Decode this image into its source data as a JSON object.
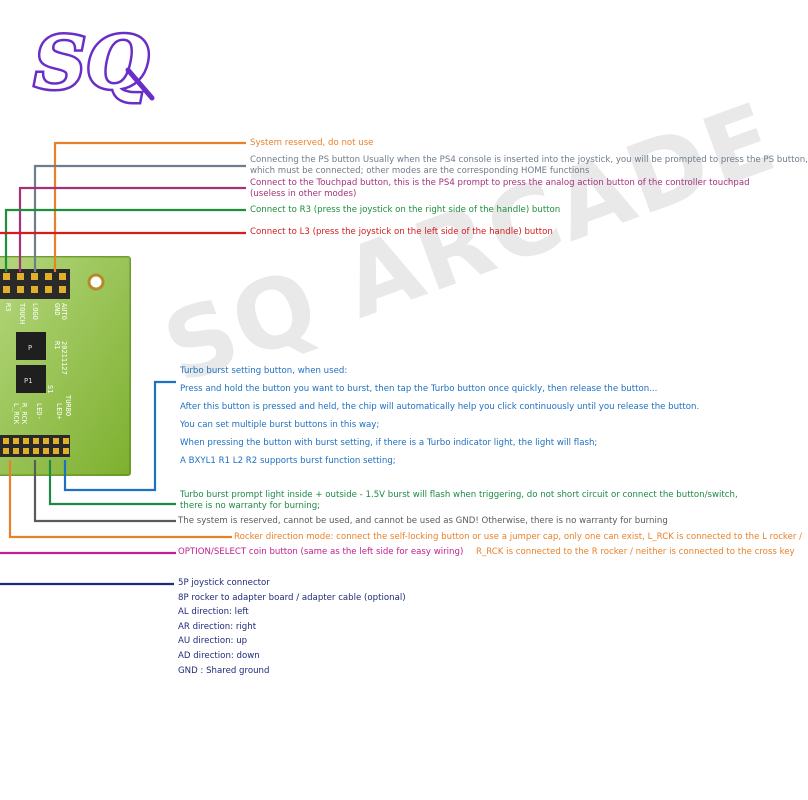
{
  "logo": {
    "text": "SQ",
    "color": "#6a2ec8"
  },
  "watermark": "SQ ARCADE",
  "board": {
    "color": "#8ec23a",
    "silkscreen": [
      "AUTO",
      "GND",
      "LOGO",
      "TOUCH",
      "R3",
      "20211127",
      "R1",
      "L_RCK",
      "R_RCK",
      "TURBO",
      "LED+",
      "LED-",
      "S1",
      "P",
      "P1"
    ]
  },
  "top_labels": [
    {
      "lines": [
        "System reserved, do not use"
      ],
      "color": "#e8822a"
    },
    {
      "lines": [
        "Connecting the PS button Usually when the PS4 console is inserted into the joystick, you will be prompted to press the PS button,",
        "which must be connected; other modes are the corresponding HOME functions"
      ],
      "color": "#6f7c8b"
    },
    {
      "lines": [
        "Connect to the Touchpad button, this is the PS4 prompt to press the analog action button of the controller touchpad",
        "(useless in other modes)"
      ],
      "color": "#a4327a"
    },
    {
      "lines": [
        "Connect to R3 (press the joystick on the right side of the handle) button"
      ],
      "color": "#1e8f3a"
    },
    {
      "lines": [
        "Connect to L3 (press the joystick on the left side of the handle) button"
      ],
      "color": "#d41c1c"
    }
  ],
  "turbo_block": {
    "title": "Turbo burst setting button, when used:",
    "lines": [
      "Press and hold the button you want to burst, then tap the Turbo button once quickly, then release the button...",
      "After this button is pressed and held, the chip will automatically help you click continuously until you release the button.",
      "You can set multiple burst buttons in this way;",
      "When pressing the button with burst setting, if there is a Turbo indicator light, the light will flash;",
      "A BXYL1 R1 L2 R2 supports burst function setting;"
    ],
    "color": "#1e70c0"
  },
  "lower_labels": [
    {
      "id": "led",
      "lines": [
        "Turbo burst prompt light inside + outside - 1.5V burst will flash when triggering, do not short circuit or connect the button/switch,",
        "there is no warranty for burning;"
      ],
      "color": "#1c8a44"
    },
    {
      "id": "reserved",
      "lines": [
        "The system is reserved, cannot be used, and cannot be used as GND! Otherwise, there is no warranty for burning"
      ],
      "color": "#5a5a5a"
    },
    {
      "id": "rocker",
      "lines": [
        "Rocker direction mode: connect the self-locking button or use a jumper cap, only one can exist, L_RCK is connected to the L rocker /",
        "R_RCK is connected to the R rocker / neither is connected to the cross key"
      ],
      "color": "#e8822a"
    },
    {
      "id": "option",
      "lines": [
        "OPTION/SELECT coin button (same as the left side for easy wiring)"
      ],
      "color": "#c0208c"
    }
  ],
  "connector_block": {
    "lines": [
      "5P joystick connector",
      "8P rocker to adapter board / adapter cable (optional)",
      "AL direction: left",
      "AR direction: right",
      "AU direction: up",
      "AD direction: down",
      "GND : Shared ground"
    ],
    "color": "#1f2a7a"
  }
}
